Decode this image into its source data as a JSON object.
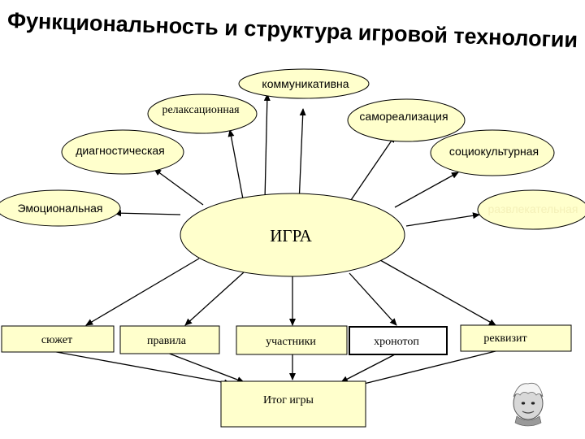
{
  "title": "Функциональность и структура игровой технологии",
  "center": "ИГРА",
  "functions": {
    "communicative": "коммуникативна",
    "relaxation": "релаксационная",
    "self_realization": "самореализация",
    "diagnostic": "диагностическая",
    "sociocultural": "социокультурная",
    "emotional": "Эмоциональная",
    "hidden_right": "развлекательная"
  },
  "structure": {
    "plot": "сюжет",
    "rules": "правила",
    "participants": "участники",
    "chronotope": "хронотоп",
    "props": "реквизит"
  },
  "result": "Итог игры",
  "colors": {
    "ellipse_fill": "#ffffcc",
    "box_fill": "#ffffcc",
    "stroke": "#000000"
  },
  "icons": {
    "portrait": "einstein-portrait-icon"
  }
}
